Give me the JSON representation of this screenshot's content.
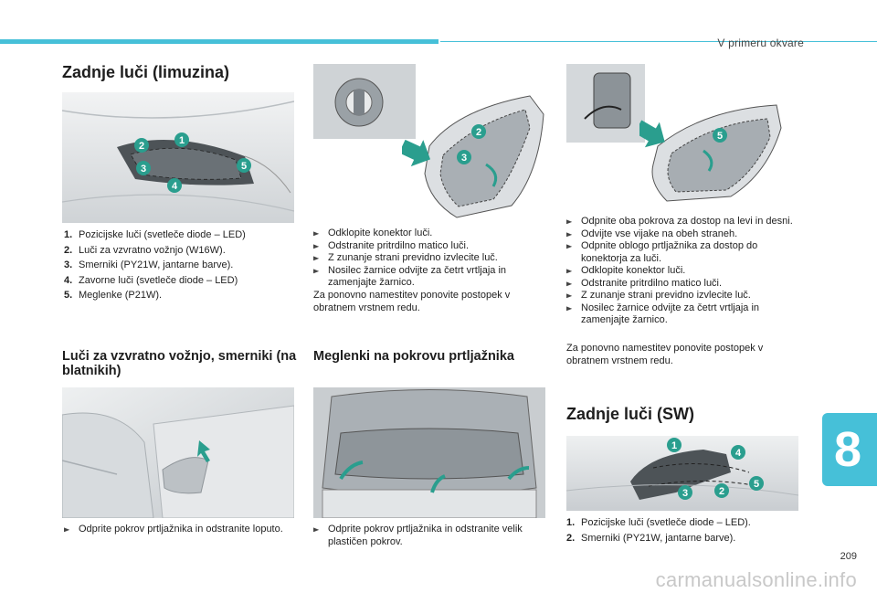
{
  "header": {
    "title": "V primeru okvare"
  },
  "chapter": "8",
  "page_number": "209",
  "watermark": "carmanualsonline.info",
  "sedan_section": {
    "title": "Zadnje luči (limuzina)",
    "items": [
      {
        "num": "1.",
        "text": "Pozicijske luči (svetleče diode – LED)"
      },
      {
        "num": "2.",
        "text": "Luči za vzvratno vožnjo (W16W)."
      },
      {
        "num": "3.",
        "text": "Smerniki (PY21W, jantarne barve)."
      },
      {
        "num": "4.",
        "text": "Zavorne luči (svetleče diode – LED)"
      },
      {
        "num": "5.",
        "text": "Meglenke (P21W)."
      }
    ],
    "badges": [
      "1",
      "2",
      "3",
      "4",
      "5"
    ]
  },
  "middle_top": {
    "badges": [
      "2",
      "3"
    ],
    "steps": [
      "Odklopite konektor luči.",
      "Odstranite pritrdilno matico luči.",
      "Z zunanje strani previdno izvlecite luč.",
      "Nosilec žarnice odvijte za četrt vrtljaja in zamenjajte žarnico."
    ],
    "note": "Za ponovno namestitev ponovite postopek v obratnem vrstnem redu."
  },
  "right_top": {
    "badges": [
      "5"
    ],
    "steps": [
      "Odpnite oba pokrova za dostop na levi in desni.",
      "Odvijte vse vijake na obeh straneh.",
      "Odpnite oblogo prtljažnika za dostop do konektorja za luči.",
      "Odklopite konektor luči.",
      "Odstranite pritrdilno matico luči.",
      "Z zunanje strani previdno izvlecite luč.",
      "Nosilec žarnice odvijte za četrt vrtljaja in zamenjajte žarnico."
    ],
    "note": "Za ponovno namestitev ponovite postopek v obratnem vrstnem redu."
  },
  "reversing_section": {
    "title": "Luči za vzvratno vožnjo, smerniki (na blatnikih)",
    "step": "Odprite pokrov prtljažnika in odstranite loputo."
  },
  "fog_section": {
    "title": "Meglenki na pokrovu prtljažnika",
    "step": "Odprite pokrov prtljažnika in odstranite velik plastičen pokrov."
  },
  "sw_section": {
    "title": "Zadnje luči (SW)",
    "badges": [
      "1",
      "4",
      "5",
      "3",
      "2"
    ],
    "items": [
      {
        "num": "1.",
        "text": "Pozicijske luči (svetleče diode – LED)."
      },
      {
        "num": "2.",
        "text": "Smerniki (PY21W, jantarne barve)."
      }
    ]
  },
  "colors": {
    "accent": "#46c0d8",
    "badge": "#2a9e8e"
  }
}
